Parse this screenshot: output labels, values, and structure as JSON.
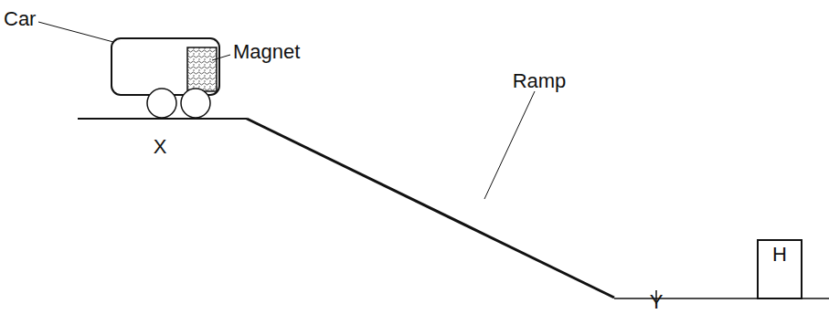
{
  "diagram": {
    "nodes": [
      {
        "text": [
          "H"
        ]
      }
    ],
    "labels": [
      "Car",
      "Magnet",
      "X",
      "Ramp",
      "Y"
    ]
  }
}
